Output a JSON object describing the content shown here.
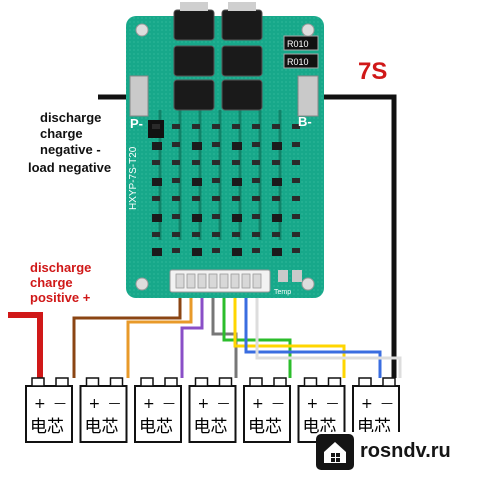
{
  "labels": {
    "negative": "discharge\ncharge\nnegative -",
    "load_negative": "load negative",
    "positive": "discharge\ncharge\npositive +",
    "config": "7S"
  },
  "board": {
    "pin_p_minus": "P-",
    "pin_b_minus": "B-",
    "model": "HXYP-7S-T20",
    "resistor_1": "R010",
    "resistor_2": "R010",
    "temp_label": "Temp"
  },
  "cells": [
    {
      "plus": "+",
      "minus": "—",
      "name": "电芯"
    },
    {
      "plus": "+",
      "minus": "—",
      "name": "电芯"
    },
    {
      "plus": "+",
      "minus": "—",
      "name": "电芯"
    },
    {
      "plus": "+",
      "minus": "—",
      "name": "电芯"
    },
    {
      "plus": "+",
      "minus": "—",
      "name": "电芯"
    },
    {
      "plus": "+",
      "minus": "—",
      "name": "电芯"
    },
    {
      "plus": "+",
      "minus": "—",
      "name": "电芯"
    }
  ],
  "balance_wire_colors": [
    "#8b4513",
    "#e89a2a",
    "#8a4fc7",
    "#777777",
    "#2bbd2b",
    "#ffd600",
    "#3a6de0",
    "#ffffff"
  ],
  "watermark": {
    "text": "rosndv.ru",
    "icon": "house-icon"
  }
}
